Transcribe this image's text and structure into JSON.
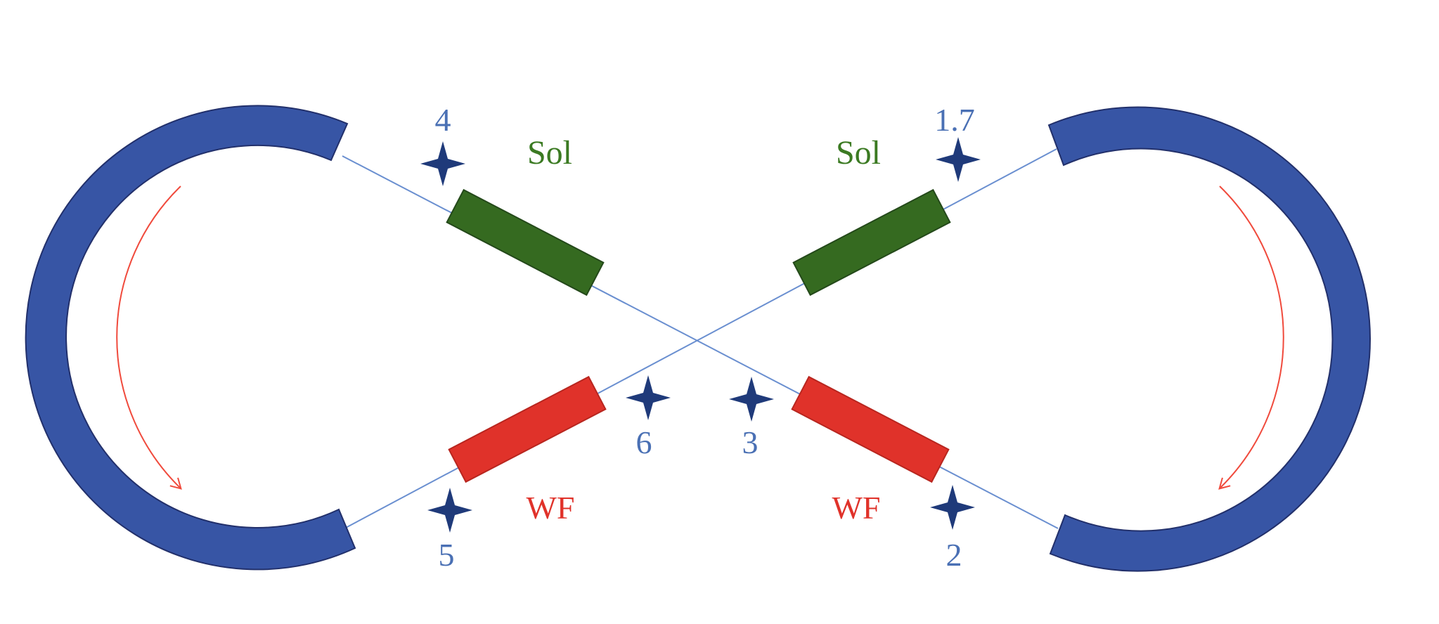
{
  "colors": {
    "arc": "#3755a5",
    "arc_stroke": "#22306b",
    "beamline": "#6a8fd0",
    "solenoid": "#356a20",
    "wien_filter": "#e0322a",
    "star": "#1f3a7a",
    "number_text": "#4a70b4",
    "sol_text": "#3b7a22",
    "wf_text": "#e0322a",
    "arrow": "#f04a3c"
  },
  "labels": {
    "sol_left": "Sol",
    "sol_right": "Sol",
    "wf_left": "WF",
    "wf_right": "WF"
  },
  "points": {
    "p4": "4",
    "p17": "1.7",
    "p6": "6",
    "p3": "3",
    "p5": "5",
    "p2": "2"
  }
}
